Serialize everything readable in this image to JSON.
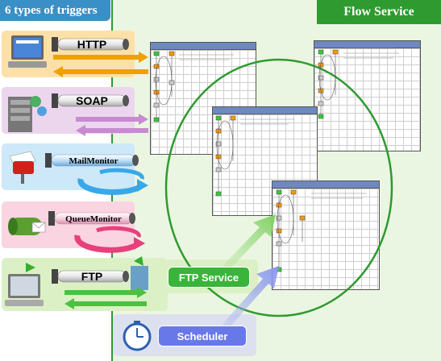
{
  "header": {
    "triggers_title": "6 types of triggers",
    "service_title": "Flow Service"
  },
  "triggers": [
    {
      "label": "HTTP",
      "icon": "computer-icon",
      "bg": "#fde0a8",
      "arrow_color": "#f0a000"
    },
    {
      "label": "SOAP",
      "icon": "server-icon",
      "bg": "#ecd6ee",
      "arrow_color": "#c88ad0"
    },
    {
      "label": "MailMonitor",
      "icon": "mailbox-icon",
      "bg": "#cde8f8",
      "arrow_color": "#38a8e8"
    },
    {
      "label": "QueueMonitor",
      "icon": "queue-icon",
      "bg": "#fad4e0",
      "arrow_color": "#e8407c"
    },
    {
      "label": "FTP",
      "icon": "ftp-computer-icon",
      "bg": "#dcf0c6",
      "arrow_color": "#4cc040"
    }
  ],
  "services": {
    "ftp_service": "FTP Service",
    "scheduler": "Scheduler"
  },
  "colors": {
    "flow_panel_bg": "#eaf6e2",
    "flow_border": "#2f9a2f",
    "triggers_title_bg": "#3a8fc6",
    "ftp_service_bg": "#3ab43a",
    "scheduler_bg": "#6878e8"
  }
}
